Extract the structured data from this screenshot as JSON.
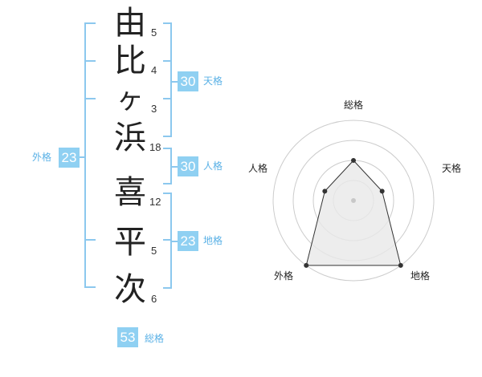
{
  "name_chars": [
    {
      "char": "由",
      "strokes": "5"
    },
    {
      "char": "比",
      "strokes": "4"
    },
    {
      "char": "ヶ",
      "strokes": "3"
    },
    {
      "char": "浜",
      "strokes": "18"
    },
    {
      "char": "喜",
      "strokes": "12"
    },
    {
      "char": "平",
      "strokes": "5"
    },
    {
      "char": "次",
      "strokes": "6"
    }
  ],
  "kakaku": {
    "tenkaku": {
      "value": "30",
      "label": "天格"
    },
    "jinkaku": {
      "value": "30",
      "label": "人格"
    },
    "chikaku": {
      "value": "23",
      "label": "地格"
    },
    "gaikaku": {
      "value": "23",
      "label": "外格"
    },
    "soukaku": {
      "value": "53",
      "label": "総格"
    }
  },
  "radar": {
    "axes": [
      "総格",
      "天格",
      "地格",
      "外格",
      "人格"
    ],
    "levels": 4,
    "values": [
      2,
      1.5,
      4,
      4,
      1.5
    ],
    "colors": {
      "grid": "#cccccc",
      "fill": "#e8e8e8",
      "line": "#333333",
      "point": "#333333",
      "center": "#c8c8c8"
    }
  },
  "colors": {
    "accent": "#8fd0f2",
    "bracket": "#8cc8ee",
    "label": "#5ab1e6"
  }
}
